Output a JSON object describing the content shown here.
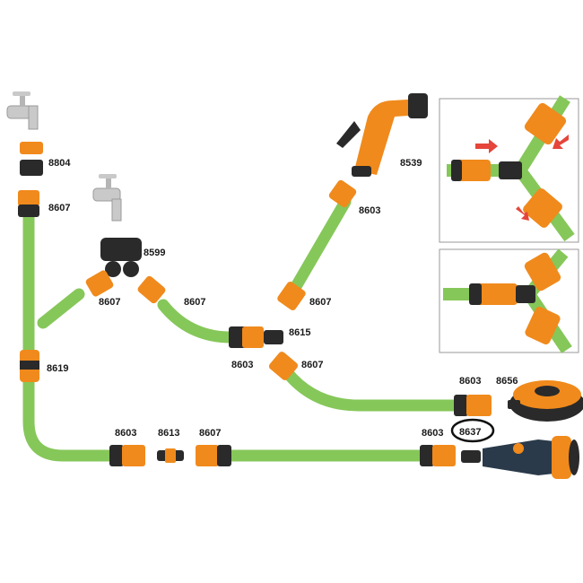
{
  "colors": {
    "hose": "#86c75a",
    "hose_dark": "#5f9e3a",
    "connector_orange": "#f08a1c",
    "connector_black": "#2a2a2a",
    "tap_gray": "#c9c9c9",
    "arrow_red": "#e5453a",
    "highlight_ring": "#111111"
  },
  "icons": [
    "water-tap-icon",
    "spray-gun-icon",
    "sprinkler-icon",
    "spray-lance-icon",
    "arrow-icon"
  ],
  "labels": {
    "l8804": "8804",
    "l8607_a": "8607",
    "l8599": "8599",
    "l8607_b": "8607",
    "l8607_c": "8607",
    "l8539": "8539",
    "l8603_a": "8603",
    "l8607_d": "8607",
    "l8603_b": "8603",
    "l8615": "8615",
    "l8607_e": "8607",
    "l8619": "8619",
    "l8603_c": "8603",
    "l8656": "8656",
    "l8603_d": "8603",
    "l8613": "8613",
    "l8607_f": "8607",
    "l8603_e": "8603",
    "l8637": "8637"
  }
}
